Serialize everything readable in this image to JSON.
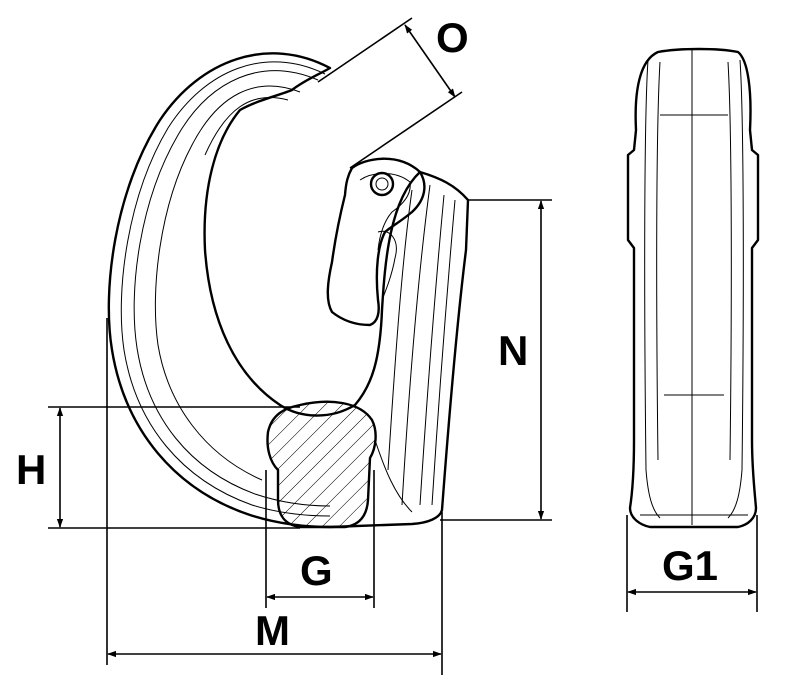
{
  "figure": {
    "dimension_labels": {
      "o": "O",
      "n": "N",
      "h": "H",
      "g": "G",
      "m": "M",
      "g1": "G1"
    },
    "colors": {
      "line": "#000000",
      "background": "#ffffff"
    }
  }
}
